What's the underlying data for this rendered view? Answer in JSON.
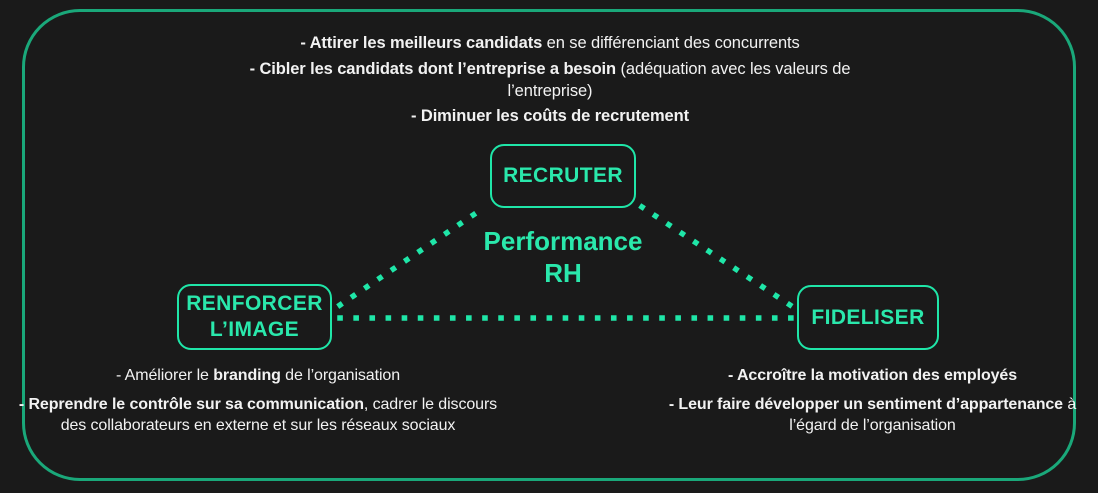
{
  "diagram": {
    "title_center_line1": "Performance",
    "title_center_line2": "RH",
    "accent_bright": "#1fe6a8",
    "accent_frame": "#1aa87a",
    "background": "#1a1a1a",
    "text_color": "#f2f2f2"
  },
  "nodes": {
    "recruter": "RECRUTER",
    "renforcer_line1": "RENFORCER",
    "renforcer_line2": "L’IMAGE",
    "fideliser": "FIDELISER"
  },
  "top_text": {
    "line1_bold": "- Attirer les meilleurs candidats",
    "line1_rest": " en se différenciant des concurrents",
    "line2_bold": "- Cibler les candidats dont l’entreprise a besoin",
    "line2_rest": " (adéquation avec les valeurs de l’entreprise)",
    "line3_bold": "- Diminuer les coûts de recrutement"
  },
  "left_text": {
    "line1_pre": "- Améliorer le ",
    "line1_bold": "branding",
    "line1_post": " de l’organisation",
    "line2_bold": "- Reprendre le contrôle sur sa communication",
    "line2_rest": ", cadrer le discours des collaborateurs en externe et sur les réseaux sociaux"
  },
  "right_text": {
    "line1_bold": "- Accroître la motivation des employés",
    "line2_bold": "- Leur faire développer un sentiment d’appartenance",
    "line2_rest": " à l’égard de l’organisation"
  },
  "connectors": {
    "style": "dotted",
    "dot_color": "#1fe6a8",
    "edges": [
      "renforcer-to-recruter",
      "recruter-to-fideliser",
      "renforcer-to-fideliser"
    ]
  }
}
